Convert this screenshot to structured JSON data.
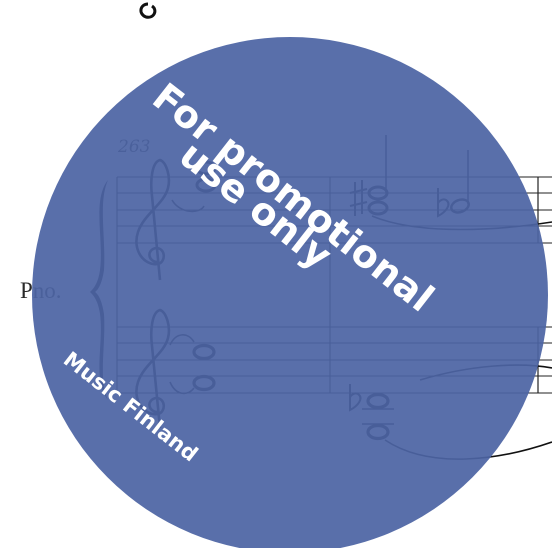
{
  "score": {
    "measure_number": "263",
    "instrument_label": "Pno."
  },
  "watermark": {
    "line1": "For promotional",
    "line2": "use only",
    "brand": "Music Finland",
    "circle_color": "#4c64a4",
    "text_color": "#ffffff"
  }
}
